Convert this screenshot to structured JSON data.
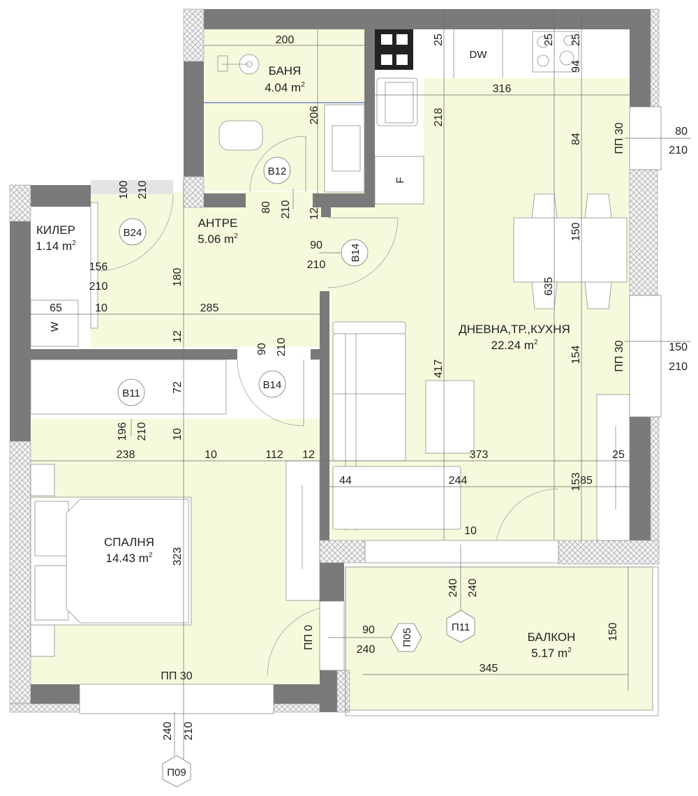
{
  "colors": {
    "room_fill": "#f6f9dc",
    "wall": "#7a7a7a",
    "furniture": "#ffffff",
    "text": "#1e1e1e",
    "bath_separator": "#5b6bd0"
  },
  "rooms": [
    {
      "id": "bath",
      "name": "БАНЯ",
      "area": "4.04",
      "unit": "m",
      "exp": "2"
    },
    {
      "id": "closet",
      "name": "КИЛЕР",
      "area": "1.14",
      "unit": "m",
      "exp": "2"
    },
    {
      "id": "hall",
      "name": "АНТРЕ",
      "area": "5.06",
      "unit": "m",
      "exp": "2"
    },
    {
      "id": "living",
      "name": "ДНЕВНА,ТР.,КУХНЯ",
      "area": "22.24",
      "unit": "m",
      "exp": "2"
    },
    {
      "id": "bedroom",
      "name": "СПАЛНЯ",
      "area": "14.43",
      "unit": "m",
      "exp": "2"
    },
    {
      "id": "balcony",
      "name": "БАЛКОН",
      "area": "5.17",
      "unit": "m",
      "exp": "2"
    }
  ],
  "appliances": {
    "dishwasher": "DW",
    "fridge": "F",
    "washer": "W"
  },
  "door_tags": {
    "b12": "B12",
    "b24": "B24",
    "b14_entry": "B14",
    "b14_bed": "B14",
    "b11": "B11"
  },
  "window_tags": {
    "p05": "П05",
    "p11": "П11",
    "p09": "П09"
  },
  "sill_labels": {
    "kitchen_upper": "ПП 30",
    "kitchen_lower": "ПП 30",
    "bedroom_bottom": "ПП 30",
    "bedroom_balcony_door": "ПП 0"
  },
  "dimensions": {
    "bath_width": "200",
    "bath_height": "206",
    "kitchen_25a": "25",
    "kitchen_25b": "25",
    "kitchen_25c": "25",
    "kitchen_94": "94",
    "kitchen_316": "316",
    "kitchen_218": "218",
    "kitchen_84": "84",
    "window_upper_w": "80",
    "window_upper_h": "210",
    "table_150": "150",
    "living_635": "635",
    "window_lower_w": "150",
    "window_lower_h": "210",
    "living_154": "154",
    "living_417": "417",
    "living_373": "373",
    "living_25": "25",
    "living_85": "85",
    "living_153": "153",
    "living_44": "44",
    "living_244": "244",
    "living_10": "10",
    "b24_w": "100",
    "b24_h": "210",
    "b12_w": "80",
    "b12_h": "210",
    "hall_12a": "12",
    "b14e_w": "90",
    "b14e_h": "210",
    "closet_156": "156",
    "closet_210": "210",
    "hall_180": "180",
    "closet_65": "65",
    "hall_10": "10",
    "hall_285": "285",
    "hall_12b": "12",
    "b14b_w": "90",
    "b14b_h": "210",
    "wardrobe_72": "72",
    "b11_w": "196",
    "b11_h": "210",
    "bed_10a": "10",
    "bed_238": "238",
    "bed_10b": "10",
    "bed_112": "112",
    "bed_12": "12",
    "bed_323": "323",
    "p05_w": "90",
    "p05_h": "240",
    "p11_a": "240",
    "p11_b": "240",
    "balcony_150": "150",
    "balcony_345": "345",
    "p09_a": "240",
    "p09_b": "210"
  }
}
